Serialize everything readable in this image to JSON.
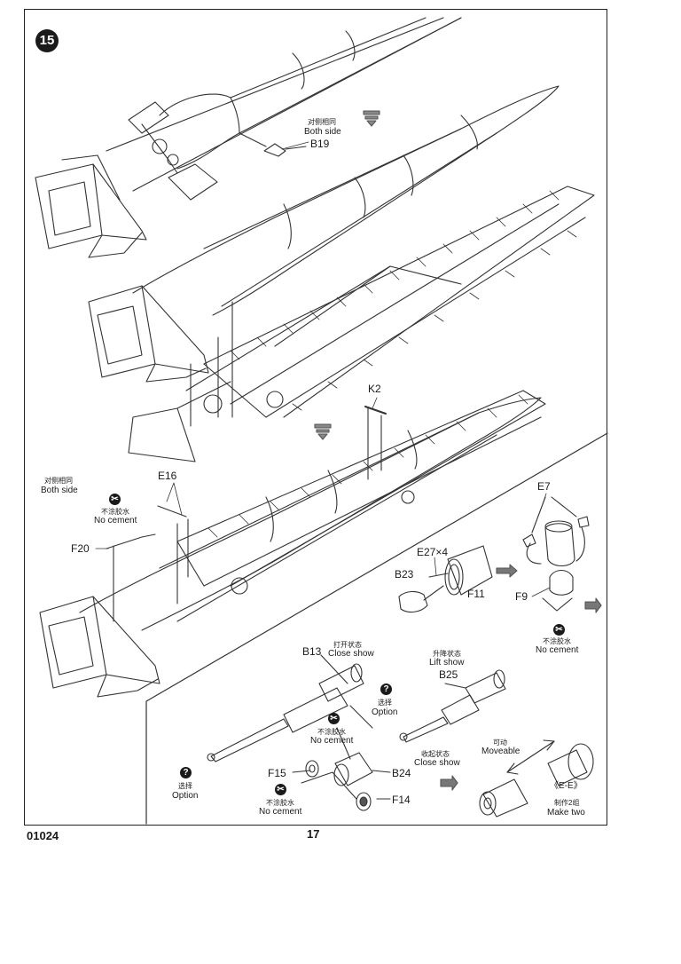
{
  "step_number": "15",
  "footer": {
    "code": "01024",
    "page": "17"
  },
  "labels": {
    "both_side_cn_1": "对侧相同",
    "both_side_en_1": "Both side",
    "b19": "B19",
    "k2": "K2",
    "both_side_cn_2": "对侧相同",
    "both_side_en_2": "Both side",
    "e16": "E16",
    "no_cement_cn_1": "不涂胶水",
    "no_cement_en_1": "No cement",
    "f20": "F20",
    "e27": "E27×4",
    "b23": "B23",
    "f11": "F11",
    "e7": "E7",
    "f9": "F9",
    "no_cement_cn_2": "不涂胶水",
    "no_cement_en_2": "No cement",
    "b13": "B13",
    "close_show_cn": "打开状态",
    "close_show_en": "Close show",
    "option_cn_1": "选择",
    "option_en_1": "Option",
    "lift_show_cn": "升降状态",
    "lift_show_en": "Lift show",
    "b25": "B25",
    "no_cement_cn_3": "不涂胶水",
    "no_cement_en_3": "No cement",
    "retract_show_cn": "收起状态",
    "retract_show_en": "Close show",
    "moveable_cn": "可动",
    "moveable_en": "Moveable",
    "f15": "F15",
    "b24": "B24",
    "f14": "F14",
    "option_cn_2": "选择",
    "option_en_2": "Option",
    "no_cement_cn_4": "不涂胶水",
    "no_cement_en_4": "No cement",
    "ee": "《E-E》",
    "make_two_cn": "制作2组",
    "make_two_en": "Make two"
  },
  "icons": {
    "no_cement": "scissor-cross-icon",
    "option": "question-mark-icon",
    "arrow": "down-arrow-icon"
  }
}
